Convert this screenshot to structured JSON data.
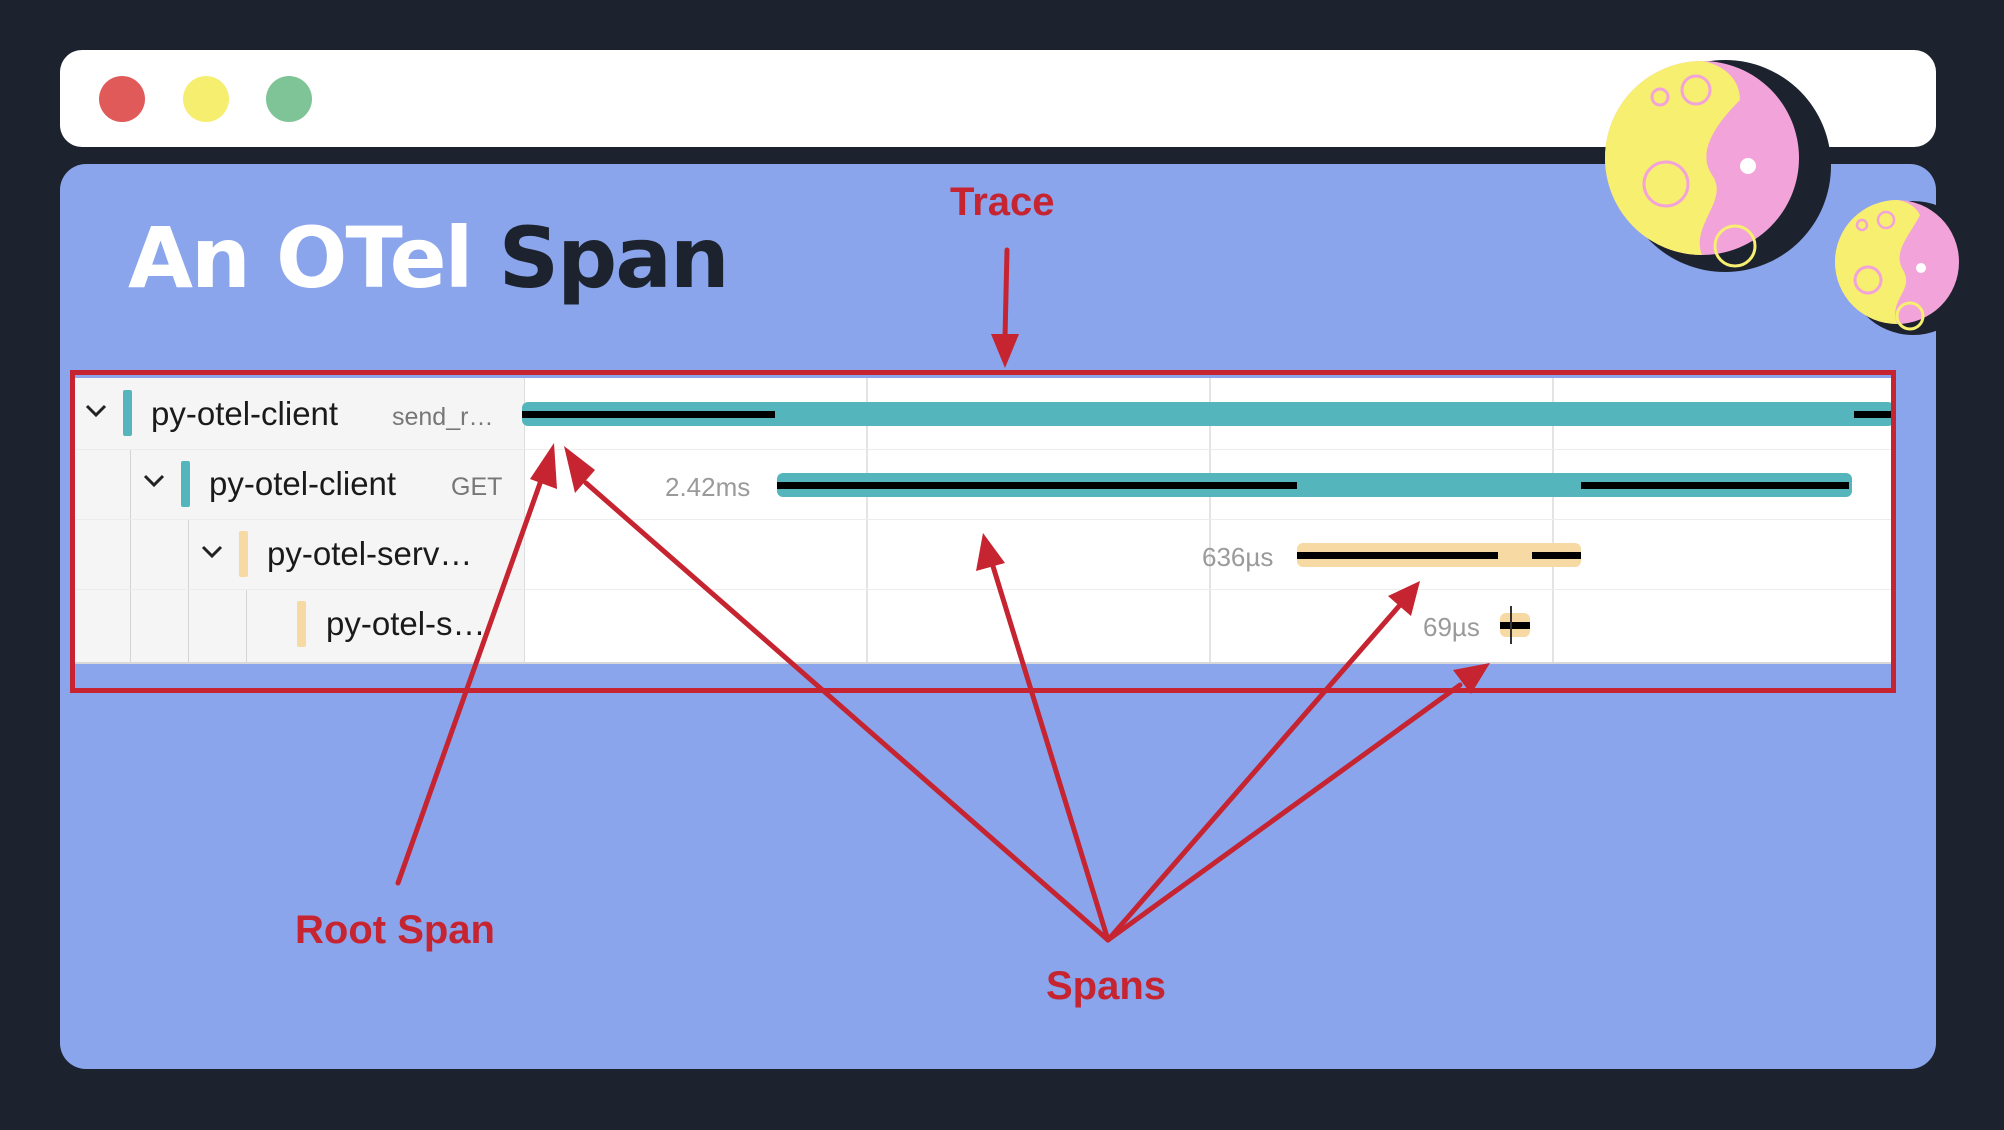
{
  "title": {
    "part1": "An OTel",
    "part2": "Span"
  },
  "annotations": {
    "trace": "Trace",
    "root_span": "Root Span",
    "spans": "Spans"
  },
  "colors": {
    "background": "#1d232e",
    "panel": "#8aa5ec",
    "accent_red": "#c52430",
    "client_span": "#55b5bc",
    "server_span": "#f6d9a3",
    "window_dots": [
      "#e05a5a",
      "#f5ee6e",
      "#7fc496"
    ]
  },
  "icons": [
    "chevron-down-icon",
    "moon-planet-icon"
  ],
  "trace": {
    "rows": [
      {
        "service": "py-otel-client",
        "operation": "send_r…",
        "duration": ""
      },
      {
        "service": "py-otel-client",
        "operation": "GET",
        "duration": "2.42ms"
      },
      {
        "service": "py-otel-serv…",
        "operation": "",
        "duration": "636µs"
      },
      {
        "service": "py-otel-s…",
        "operation": "",
        "duration": "69µs"
      }
    ]
  }
}
